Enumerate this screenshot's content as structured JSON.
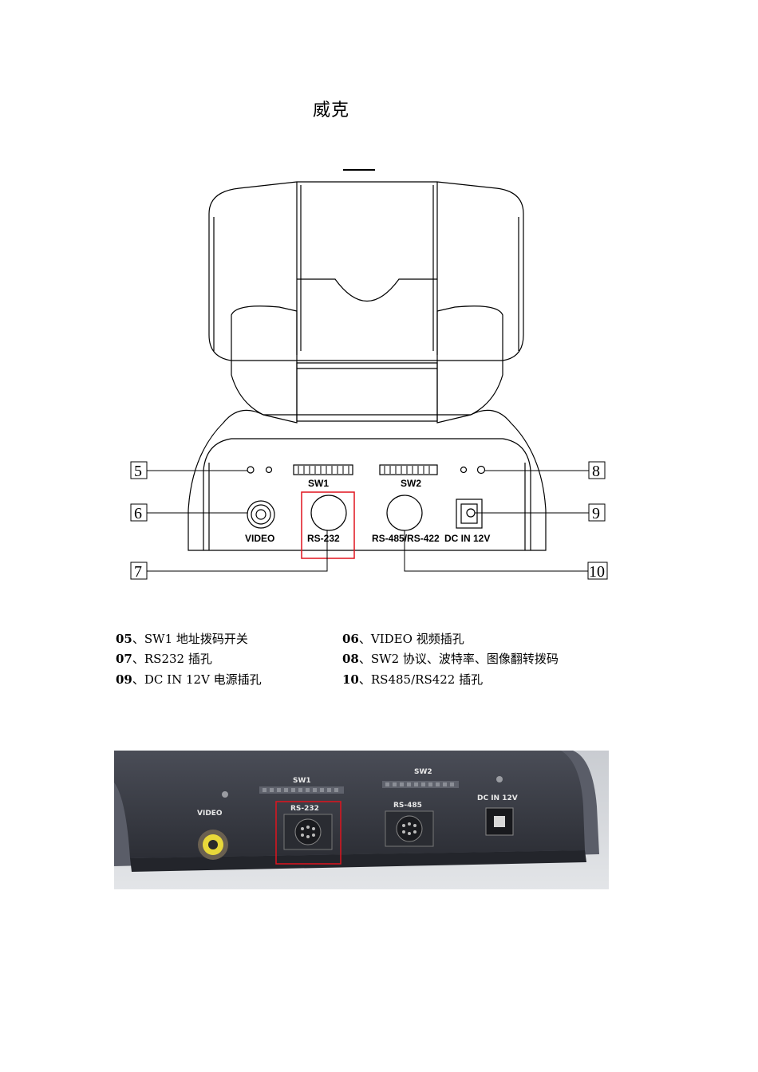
{
  "page": {
    "title": "威克"
  },
  "diagram": {
    "callouts": [
      "5",
      "6",
      "7",
      "8",
      "9",
      "10"
    ],
    "panel_labels": {
      "sw1": "SW1",
      "sw2": "SW2",
      "video": "VIDEO",
      "rs232": "RS-232",
      "rs485": "RS-485/RS-422",
      "dc": "DC IN 12V"
    }
  },
  "legend": [
    {
      "num": "05",
      "sep": "、",
      "text": "SW1  地址拨码开关"
    },
    {
      "num": "06",
      "sep": "、",
      "text": "VIDEO  视频插孔"
    },
    {
      "num": "07",
      "sep": "、",
      "text": "RS232 插孔"
    },
    {
      "num": "08",
      "sep": "、",
      "text": "SW2 协议、波特率、图像翻转拨码"
    },
    {
      "num": "09",
      "sep": "、",
      "text": "DC IN 12V  电源插孔"
    },
    {
      "num": "10",
      "sep": "、",
      "text": "RS485/RS422 插孔"
    }
  ],
  "photo": {
    "labels": {
      "sw1": "SW1",
      "sw2": "SW2",
      "video": "VIDEO",
      "rs232": "RS-232",
      "rs485": "RS-485",
      "dc": "DC  IN  12V"
    }
  },
  "colors": {
    "highlight": "#e0141e",
    "photo_body": "#3a3c44",
    "line": "#000000"
  }
}
